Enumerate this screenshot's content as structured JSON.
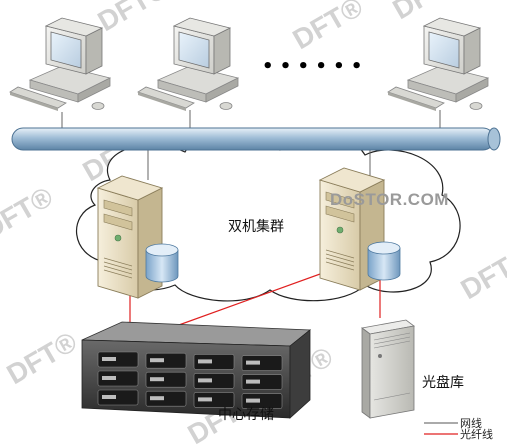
{
  "watermark": {
    "text": "DFT",
    "registered": "®"
  },
  "brand_watermark": "DoSTOR.COM",
  "labels": {
    "cluster": "双机集群",
    "storage": "中心存储",
    "optical_library": "光盘库"
  },
  "legend": {
    "network": "网线",
    "fiber": "光纤线"
  },
  "colors": {
    "network_line": "#555555",
    "fiber_line": "#e02020",
    "bus": "#b7cfe3",
    "watermark": "#d0d0d0"
  },
  "ellipsis": "• • • • • •"
}
